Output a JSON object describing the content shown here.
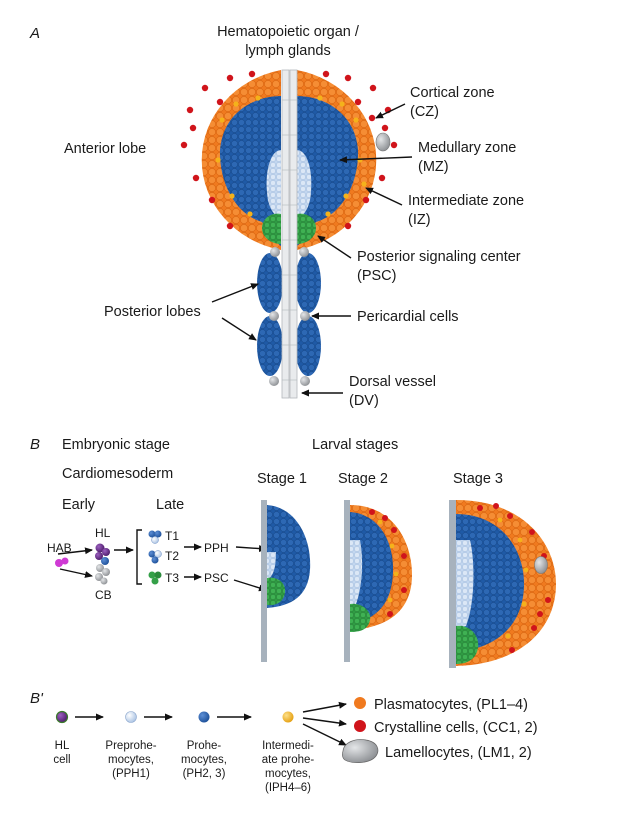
{
  "colors": {
    "orange": "#f07a1f",
    "red": "#d0141b",
    "blue": "#2a62ad",
    "light_blue": "#c9daf0",
    "green": "#34a048",
    "gray": "#9ea1a4",
    "yellow": "#f4b21b",
    "purple": "#6c2d8e",
    "magenta": "#cf3ad4",
    "vessel": "#a7b2bd"
  },
  "panel_a": {
    "label": "A",
    "title_line1": "Hematopoietic organ /",
    "title_line2": "lymph glands",
    "anterior_lobe": "Anterior lobe",
    "posterior_lobes": "Posterior lobes",
    "cz_line1": "Cortical zone",
    "cz_line2": "(CZ)",
    "mz_line1": "Medullary zone",
    "mz_line2": "(MZ)",
    "iz_line1": "Intermediate zone",
    "iz_line2": "(IZ)",
    "psc_line1": "Posterior signaling center",
    "psc_line2": "(PSC)",
    "pericardial": "Pericardial cells",
    "dv_line1": "Dorsal vessel",
    "dv_line2": "(DV)"
  },
  "panel_b": {
    "label": "B",
    "embryonic": "Embryonic stage",
    "cardiomesoderm": "Cardiomesoderm",
    "larval": "Larval stages",
    "early": "Early",
    "late": "Late",
    "stage1": "Stage 1",
    "stage2": "Stage 2",
    "stage3": "Stage 3",
    "hab": "HAB",
    "hl": "HL",
    "cb": "CB",
    "t1": "T1",
    "t2": "T2",
    "t3": "T3",
    "pph": "PPH",
    "psc": "PSC"
  },
  "panel_b2": {
    "label": "B'",
    "hl_line1": "HL",
    "hl_line2": "cell",
    "pre_line1": "Preprohe-",
    "pre_line2": "mocytes,",
    "pre_line3": "(PPH1)",
    "pro_line1": "Prohe-",
    "pro_line2": "mocytes,",
    "pro_line3": "(PH2, 3)",
    "int_line1": "Intermedi-",
    "int_line2": "ate prohe-",
    "int_line3": "mocytes,",
    "int_line4": "(IPH4–6)",
    "plasmatocytes": "Plasmatocytes, (PL1–4)",
    "crystalline": "Crystalline cells, (CC1, 2)",
    "lamellocytes": "Lamellocytes, (LM1, 2)"
  }
}
